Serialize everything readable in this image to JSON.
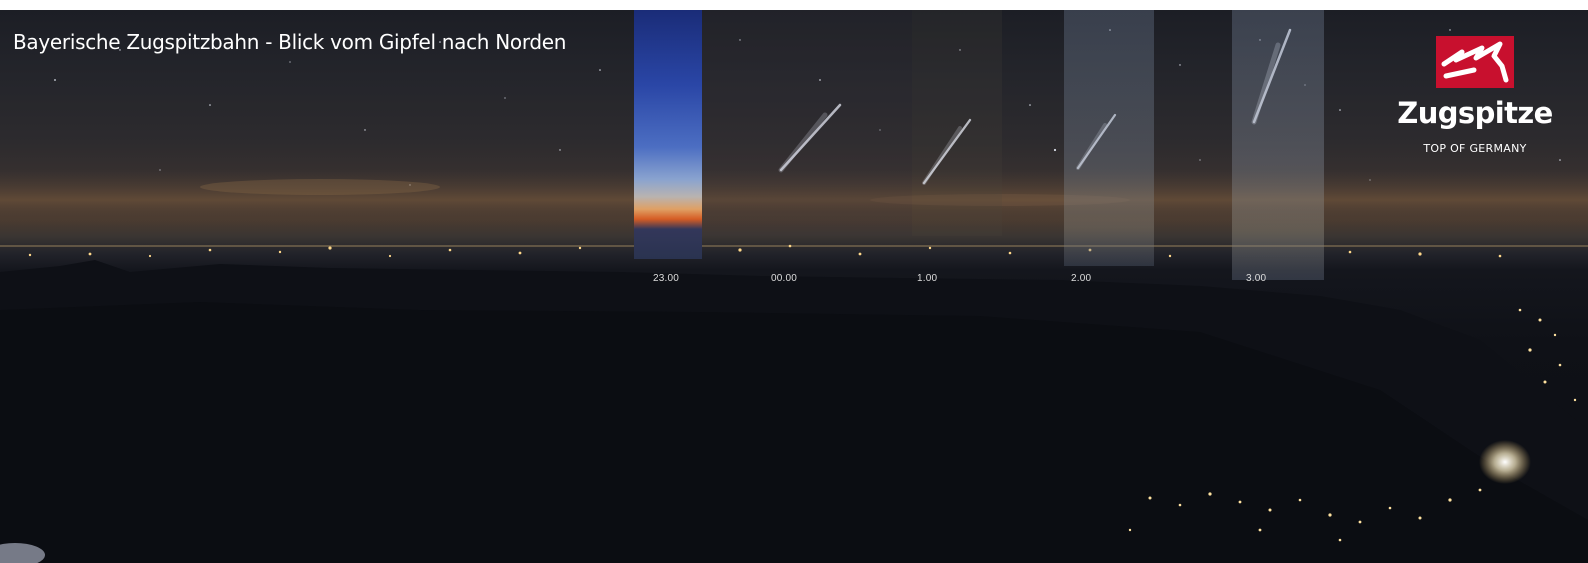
{
  "title": "Bayerische Zugspitzbahn - Blick vom Gipfel nach Norden",
  "logo": {
    "name": "Zugspitze",
    "tagline": "TOP OF GERMANY",
    "brand_color": "#c8102e"
  },
  "time_labels": [
    "23.00",
    "00.00",
    "1.00",
    "2.00",
    "3.00"
  ],
  "colors": {
    "night_sky": "#1c1e25",
    "horizon_glow": "#4a3b30",
    "mountain": "#0c0e13",
    "city_lights": "#ffd27a",
    "twilight_blue": "#2a46a6",
    "sunset_orange": "#d55c24"
  }
}
